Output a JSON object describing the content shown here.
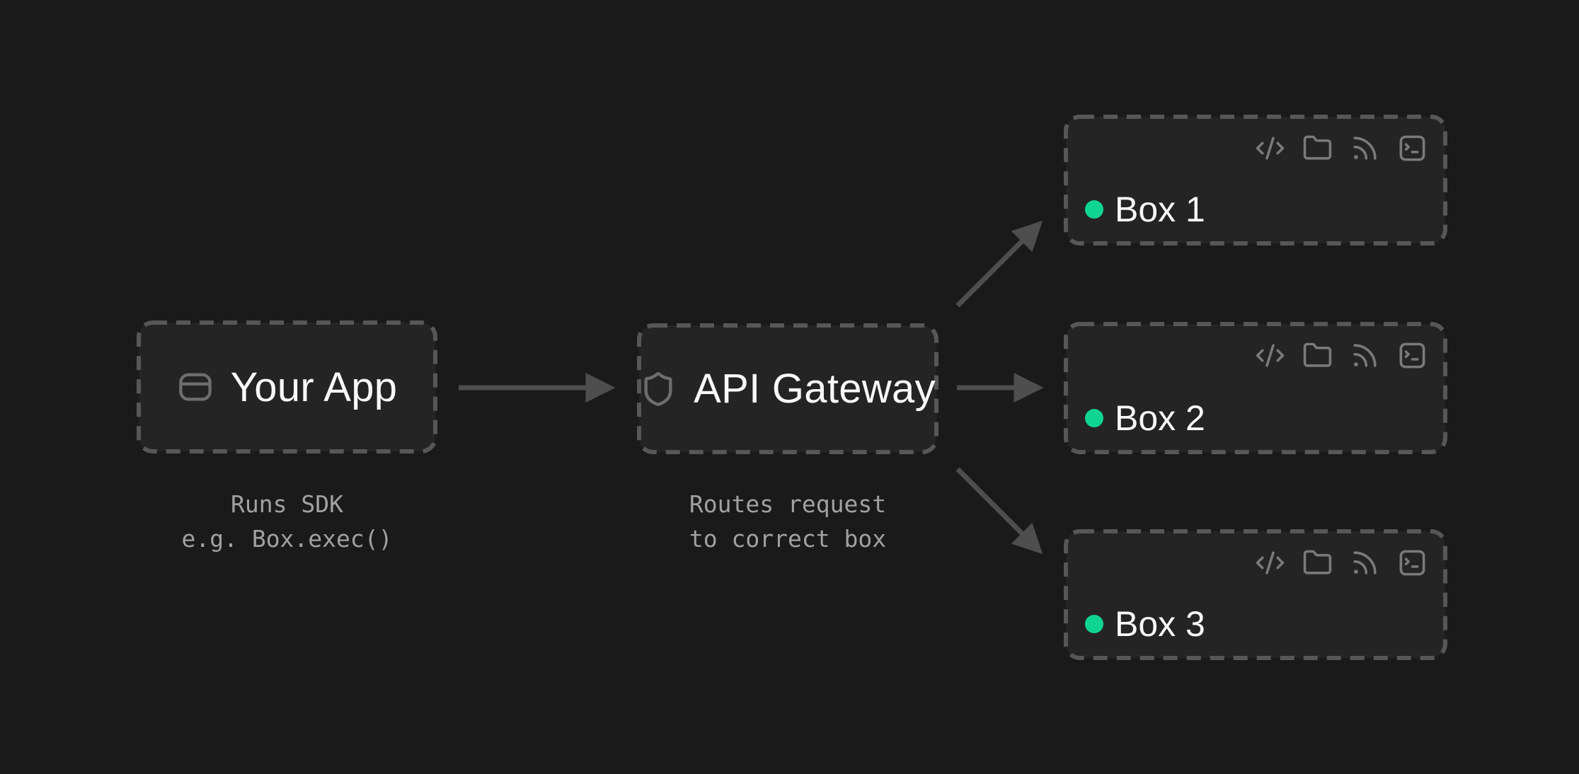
{
  "diagram": {
    "background_color": "#1a1a1a",
    "colors": {
      "node_fill": "#242424",
      "node_border": "#575757",
      "arrow": "#4e4e4e",
      "icon_gray": "#7a7a7a",
      "label_white": "#f8f8f8",
      "caption_gray": "#a1a1a1",
      "status_green": "#10d592"
    },
    "your_app": {
      "label": "Your App",
      "icon": "app-window-icon",
      "caption_line1": "Runs SDK",
      "caption_line2": "e.g. Box.exec()"
    },
    "api_gateway": {
      "label": "API Gateway",
      "icon": "shield-icon",
      "caption_line1": "Routes request",
      "caption_line2": "to correct box"
    },
    "boxes": [
      {
        "label": "Box 1",
        "status_dot_color": "#10d592",
        "toolbar_icons": [
          "code-icon",
          "folder-icon",
          "rss-icon",
          "terminal-icon"
        ]
      },
      {
        "label": "Box 2",
        "status_dot_color": "#10d592",
        "toolbar_icons": [
          "code-icon",
          "folder-icon",
          "rss-icon",
          "terminal-icon"
        ]
      },
      {
        "label": "Box 3",
        "status_dot_color": "#10d592",
        "toolbar_icons": [
          "code-icon",
          "folder-icon",
          "rss-icon",
          "terminal-icon"
        ]
      }
    ],
    "arrows": [
      {
        "from": "your-app",
        "to": "api-gateway"
      },
      {
        "from": "api-gateway",
        "to": "box-1"
      },
      {
        "from": "api-gateway",
        "to": "box-2"
      },
      {
        "from": "api-gateway",
        "to": "box-3"
      }
    ]
  }
}
